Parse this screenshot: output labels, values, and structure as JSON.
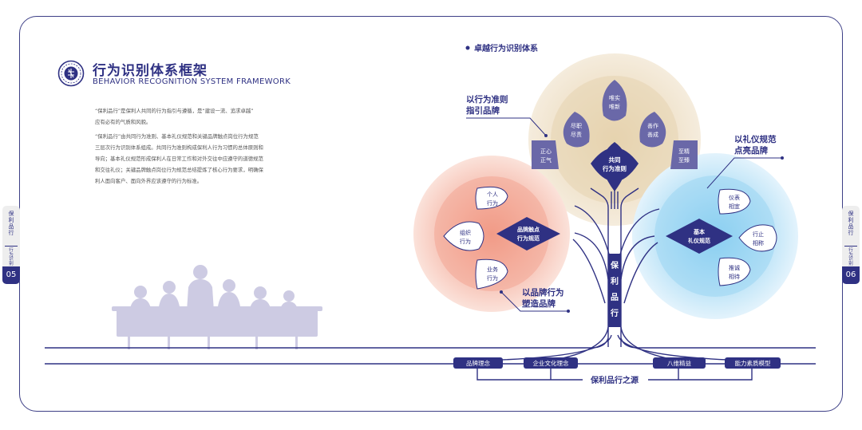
{
  "header": {
    "title_zh": "行为识别体系框架",
    "title_en": "BEHAVIOR RECOGNITION SYSTEM FRAMEWORK",
    "paragraphs": [
      "“保利品行”是保利人共同的行为指引与遵循，是“建设一流、追求卓越”",
      "应有必有的气质和风貌。",
      "“保利品行”由共同行为准则、基本礼仪规范和关键品牌触点岗位行为规范",
      "三层次行为识别体系组成。共同行为准则构成保利人行为习惯的总体原则和",
      "导向；基本礼仪规范形成保利人在日常工作和对外交往中应遵守的道德规范",
      "和交往礼仪；关键品牌触点岗位行为规范总结提炼了核心行为要求，明确保",
      "利人面向客户、面向外界应该遵守的行为标准。"
    ]
  },
  "side_tabs": {
    "left": {
      "text_top": "保利品行",
      "text_bottom": "行为识别",
      "page": "05"
    },
    "right": {
      "text_top": "保利品行",
      "text_bottom": "行为识别",
      "page": "06"
    }
  },
  "diagram": {
    "section_label": "卓越行为识别体系",
    "top_callout": [
      "以行为准则",
      "指引品牌"
    ],
    "right_callout": [
      "以礼仪规范",
      "点亮品牌"
    ],
    "left_callout": [
      "以品牌行为",
      "塑造品牌"
    ],
    "top_center": [
      "共同",
      "行为准则"
    ],
    "top_leaves": [
      [
        "正心",
        "正气"
      ],
      [
        "尽职",
        "尽责"
      ],
      [
        "唯实",
        "唯新"
      ],
      [
        "善作",
        "善成"
      ],
      [
        "至精",
        "至臻"
      ]
    ],
    "left_center": [
      "品牌触点",
      "行为规范"
    ],
    "left_leaves": [
      [
        "个人",
        "行为"
      ],
      [
        "组织",
        "行为"
      ],
      [
        "业务",
        "行为"
      ]
    ],
    "right_center": [
      "基本",
      "礼仪规范"
    ],
    "right_leaves": [
      [
        "仪表",
        "相宜"
      ],
      [
        "行止",
        "相称"
      ],
      [
        "推诚",
        "相待"
      ]
    ],
    "trunk_label": "保利品行",
    "roots": [
      "品牌理念",
      "企业文化理念",
      "八维精益",
      "能力素质模型"
    ],
    "source_label": "保利品行之源"
  },
  "colors": {
    "navy": "#2f3183",
    "leaf_purple": "#6a68a8",
    "top_glow": "#efe2c8",
    "left_glow": "#f5b9a8",
    "right_glow": "#b9e1f6",
    "silhouette": "#cdcbe3"
  }
}
